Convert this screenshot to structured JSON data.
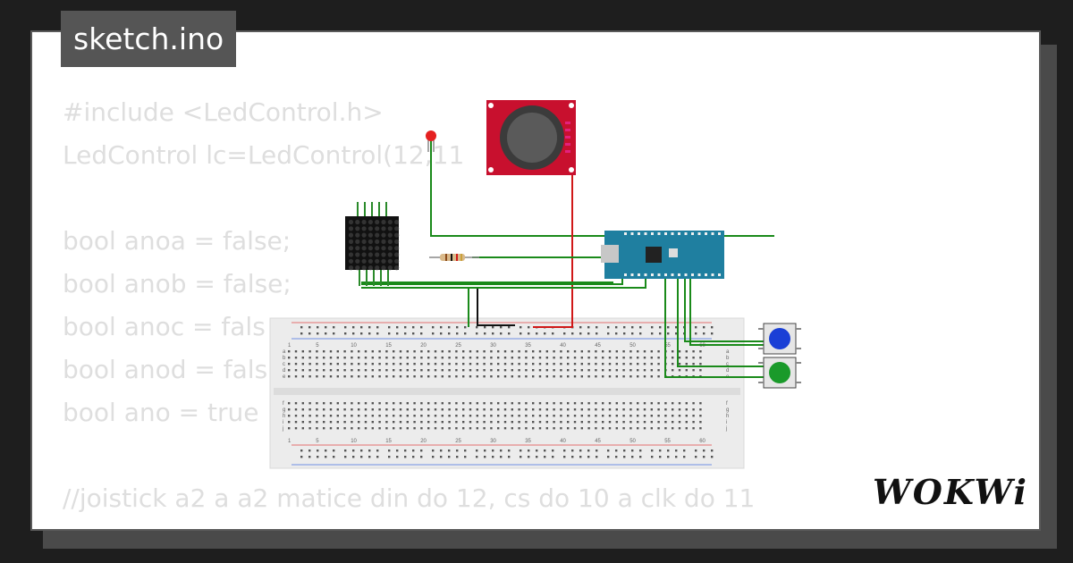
{
  "window": {
    "title": "sketch.ino"
  },
  "code_lines": [
    "#include <LedControl.h>",
    "LedControl lc=LedControl(12,11",
    "",
    "bool anoa = false;",
    "bool anob = false;",
    "bool anoc = fals",
    "bool anod = fals",
    "bool ano = true",
    "",
    "//joistick a2 a a2 matice din do 12, cs do 10 a clk do 11"
  ],
  "brand": {
    "logo_text": "WOKWi"
  },
  "colors": {
    "page_bg": "#1e1e1e",
    "card_bg": "#ffffff",
    "title_bg": "#555555",
    "code_text": "#dedede",
    "wire_green": "#1a8a1a",
    "wire_red": "#d01818",
    "arduino_teal": "#1f7fa0",
    "joystick_red": "#c8102e",
    "button_blue": "#1a3fd6",
    "button_green": "#1a9a2a"
  },
  "breadboard": {
    "column_numbers": [
      "1",
      "5",
      "10",
      "15",
      "20",
      "25",
      "30",
      "35",
      "40",
      "45",
      "50",
      "55",
      "60"
    ],
    "row_letters_top": [
      "a",
      "b",
      "c",
      "d",
      "e"
    ],
    "row_letters_bottom": [
      "f",
      "g",
      "h",
      "i",
      "j"
    ]
  },
  "components": {
    "led_color": "red",
    "button_top_color": "blue",
    "button_bottom_color": "green",
    "icons": [
      "led-icon",
      "joystick-icon",
      "led-matrix-icon",
      "resistor-icon",
      "arduino-nano-icon",
      "push-button-icon",
      "breadboard-icon"
    ]
  }
}
